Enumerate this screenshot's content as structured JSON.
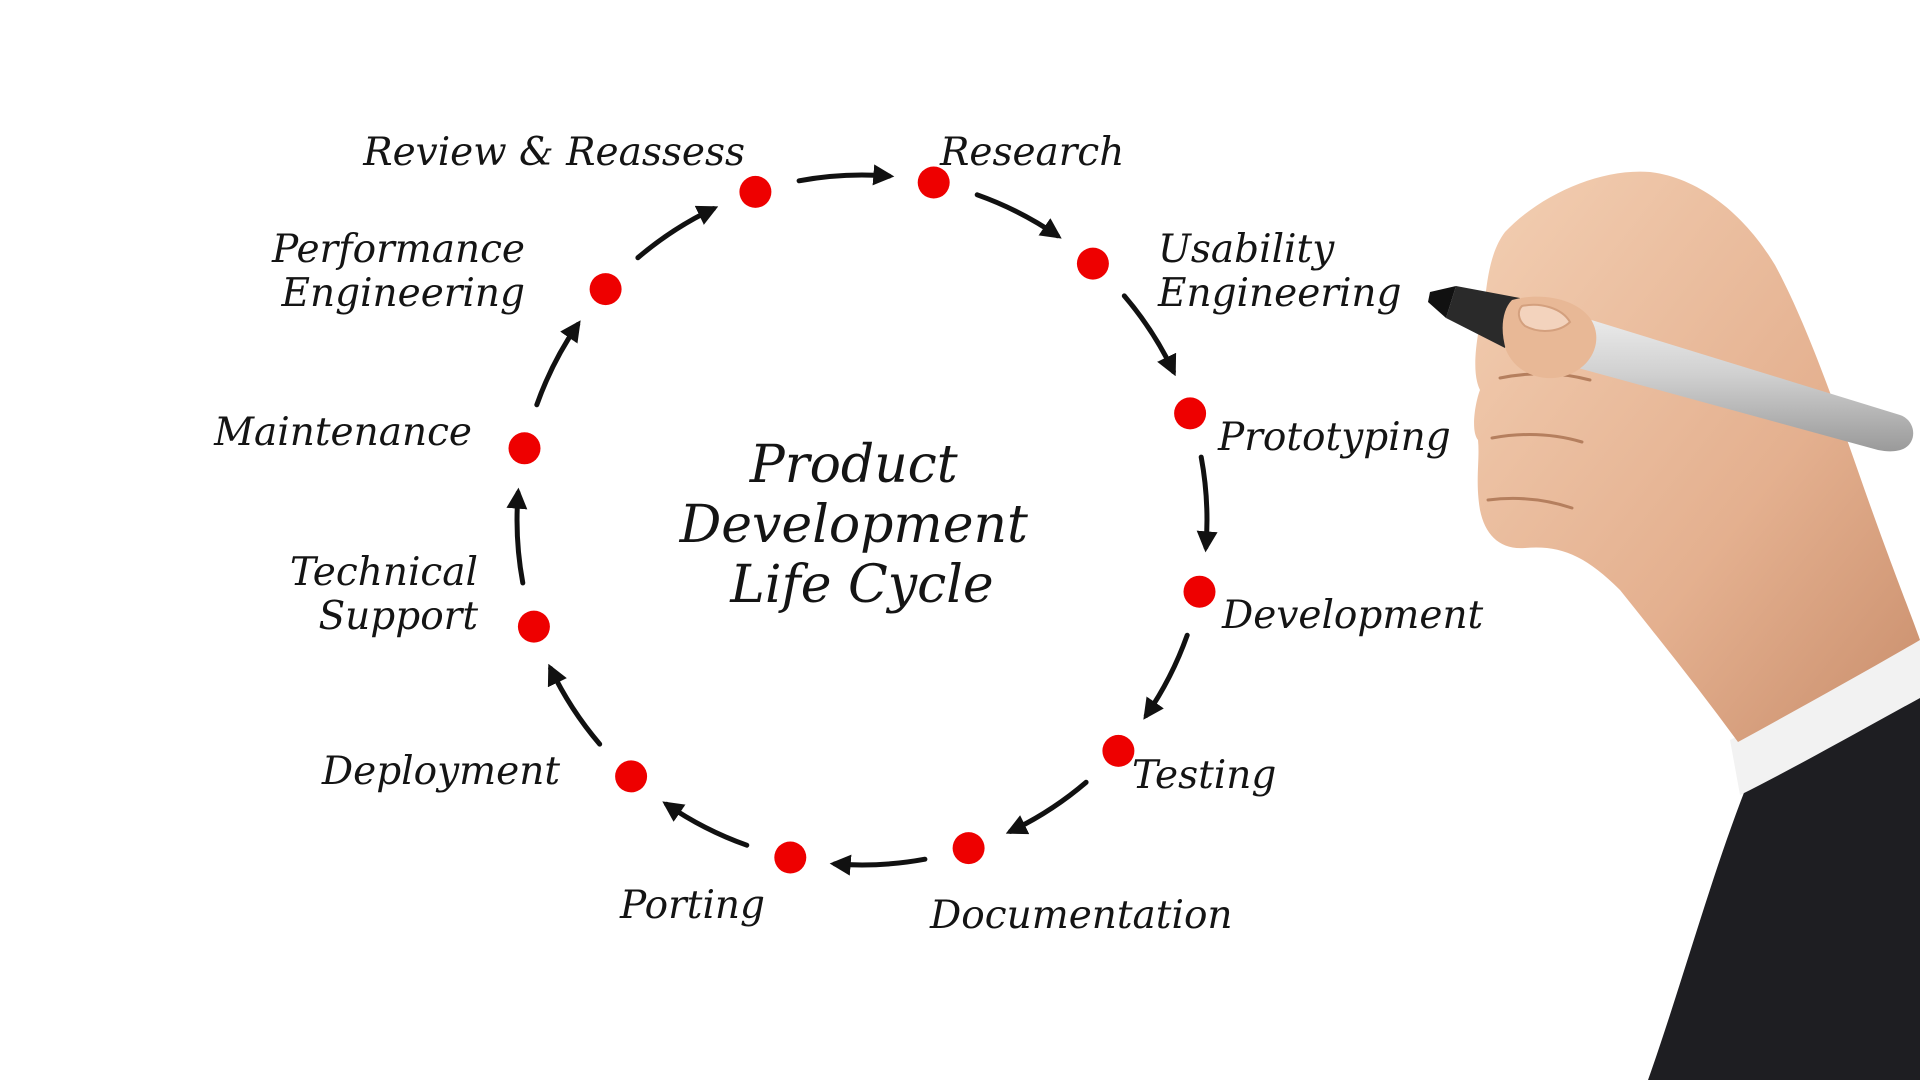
{
  "diagram": {
    "type": "cycle",
    "title_lines": [
      "Product",
      "Development",
      "Life Cycle"
    ],
    "stages": [
      {
        "lines": [
          "Research"
        ]
      },
      {
        "lines": [
          "Usability",
          "Engineering"
        ]
      },
      {
        "lines": [
          "Prototyping"
        ]
      },
      {
        "lines": [
          "Development"
        ]
      },
      {
        "lines": [
          "Testing"
        ]
      },
      {
        "lines": [
          "Documentation"
        ]
      },
      {
        "lines": [
          "Porting"
        ]
      },
      {
        "lines": [
          "Deployment"
        ]
      },
      {
        "lines": [
          "Technical",
          "Support"
        ]
      },
      {
        "lines": [
          "Maintenance"
        ]
      },
      {
        "lines": [
          "Performance",
          "Engineering"
        ]
      },
      {
        "lines": [
          "Review & Reassess"
        ]
      }
    ],
    "flow_direction": "clockwise",
    "colors": {
      "node": "#ee0000",
      "arrow": "#111111",
      "text": "#141414",
      "background": "#ffffff"
    },
    "decoration": {
      "hand_holding_marker": "right edge",
      "marker_color": "#2a2a2a",
      "sleeve_color": "#1e1e22"
    }
  }
}
